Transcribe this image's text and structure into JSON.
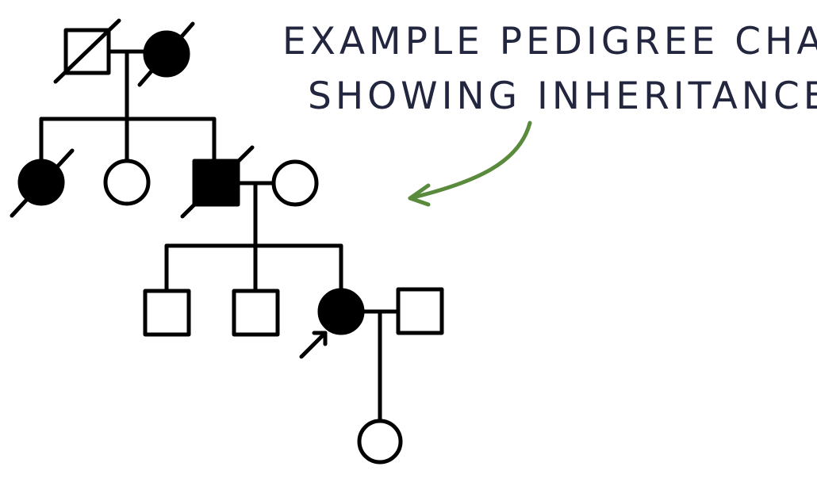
{
  "title": {
    "line1": "EXAMPLE PEDIGREE CHART",
    "line2": "SHOWING INHERITANCE"
  },
  "colors": {
    "title_text": "#23263f",
    "pointer_arrow": "#5a8a3c",
    "ink": "#000000",
    "paper": "#ffffff"
  },
  "legend_notation": {
    "square": "male",
    "circle": "female",
    "filled": "affected",
    "open": "unaffected",
    "diagonal-slash": "deceased",
    "small-arrow": "proband"
  },
  "pedigree": {
    "generation_1": [
      {
        "id": "I-1",
        "sex": "male",
        "affected": false,
        "deceased": true
      },
      {
        "id": "I-2",
        "sex": "female",
        "affected": true,
        "deceased": true
      }
    ],
    "generation_2": [
      {
        "id": "II-1",
        "sex": "female",
        "affected": true,
        "deceased": true
      },
      {
        "id": "II-2",
        "sex": "female",
        "affected": false,
        "deceased": false
      },
      {
        "id": "II-3",
        "sex": "male",
        "affected": true,
        "deceased": true
      },
      {
        "id": "II-4",
        "sex": "female",
        "affected": false,
        "deceased": false,
        "married_in": true
      }
    ],
    "generation_3": [
      {
        "id": "III-1",
        "sex": "male",
        "affected": false,
        "deceased": false
      },
      {
        "id": "III-2",
        "sex": "male",
        "affected": false,
        "deceased": false
      },
      {
        "id": "III-3",
        "sex": "female",
        "affected": true,
        "deceased": false,
        "proband": true
      },
      {
        "id": "III-4",
        "sex": "male",
        "affected": false,
        "deceased": false,
        "married_in": true
      }
    ],
    "generation_4": [
      {
        "id": "IV-1",
        "sex": "female",
        "affected": false,
        "deceased": false
      }
    ]
  }
}
